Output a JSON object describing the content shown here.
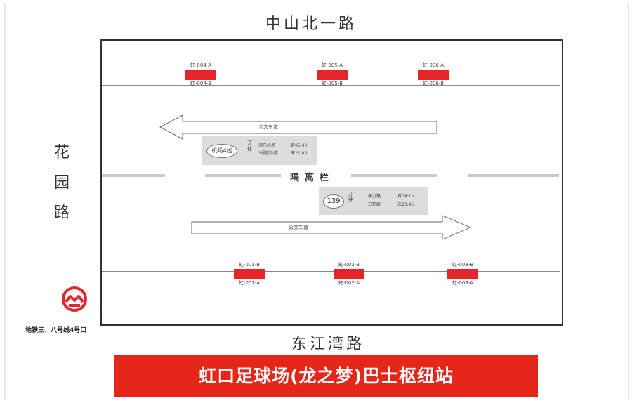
{
  "streets": {
    "top": "中山北一路",
    "bottom": "东江湾路",
    "left": [
      "花",
      "园",
      "路"
    ]
  },
  "stops_top": [
    {
      "label_a": "虹-004-A",
      "label_b": "虹-004-B"
    },
    {
      "label_a": "虹-005-A",
      "label_b": "虹-005-B"
    },
    {
      "label_a": "虹-006-A",
      "label_b": "虹-006-B"
    }
  ],
  "stops_bottom": [
    {
      "label_b": "虹-001-B",
      "label_a": "虹-001-A"
    },
    {
      "label_b": "虹-002-B",
      "label_a": "虹-002-A"
    },
    {
      "label_b": "虹-003-B",
      "label_a": "虹-003-A"
    }
  ],
  "lanes": {
    "upper": "公交车道",
    "lower": "公交车道"
  },
  "divider": "隔离栏",
  "route_upper": {
    "name": "机场4线",
    "direction": [
      "开",
      "往"
    ],
    "destinations": [
      "浦东机场",
      "1号航站楼"
    ],
    "times": [
      "首05:40",
      "末21:00"
    ]
  },
  "route_lower": {
    "name": "139",
    "direction": [
      "开",
      "往"
    ],
    "destinations": [
      "襄汀路",
      "白鹤路"
    ],
    "times": [
      "首04:15",
      "末23:45"
    ]
  },
  "metro": {
    "label": "地铁三、八号线4号口",
    "color": "#e5252a"
  },
  "banner": {
    "title": "虹口足球场(龙之梦)巴士枢纽站",
    "color": "#e4261b"
  }
}
